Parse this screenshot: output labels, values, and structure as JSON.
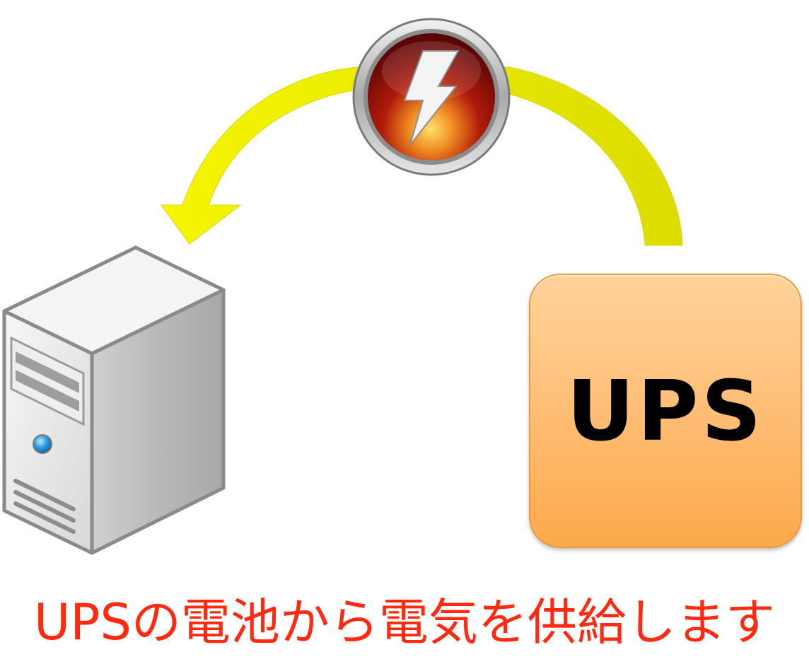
{
  "ups_box": {
    "label": "UPS",
    "fill_color": "#ffc07a",
    "border_color": "#e99a3e"
  },
  "caption": {
    "text": "UPSの電池から電気を供給します",
    "color": "#ff2a10"
  },
  "arrow": {
    "color": "#ecec00",
    "direction": "from UPS to server"
  },
  "icons": {
    "power": "lightning-bolt-icon",
    "server": "server-tower-icon"
  }
}
